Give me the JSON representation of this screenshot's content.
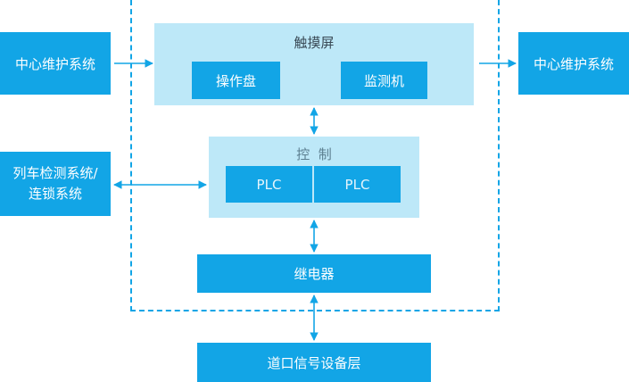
{
  "diagram": {
    "left_top": "中心维护系统",
    "right_top": "中心维护系统",
    "left_mid_line1": "列车检测系统/",
    "left_mid_line2": "连锁系统",
    "touchscreen": {
      "title": "触摸屏",
      "panel": "操作盘",
      "monitor": "监测机"
    },
    "control": {
      "title": "控  制",
      "plc1": "PLC",
      "plc2": "PLC"
    },
    "relay": "继电器",
    "bottom": "道口信号设备层"
  },
  "colors": {
    "dark_blue": "#12a5e6",
    "light_blue": "#bde8f8",
    "text_light_block": "#3a4a56",
    "text_control_title": "#5b7e8f",
    "text_plc": "#e6f5fc"
  }
}
